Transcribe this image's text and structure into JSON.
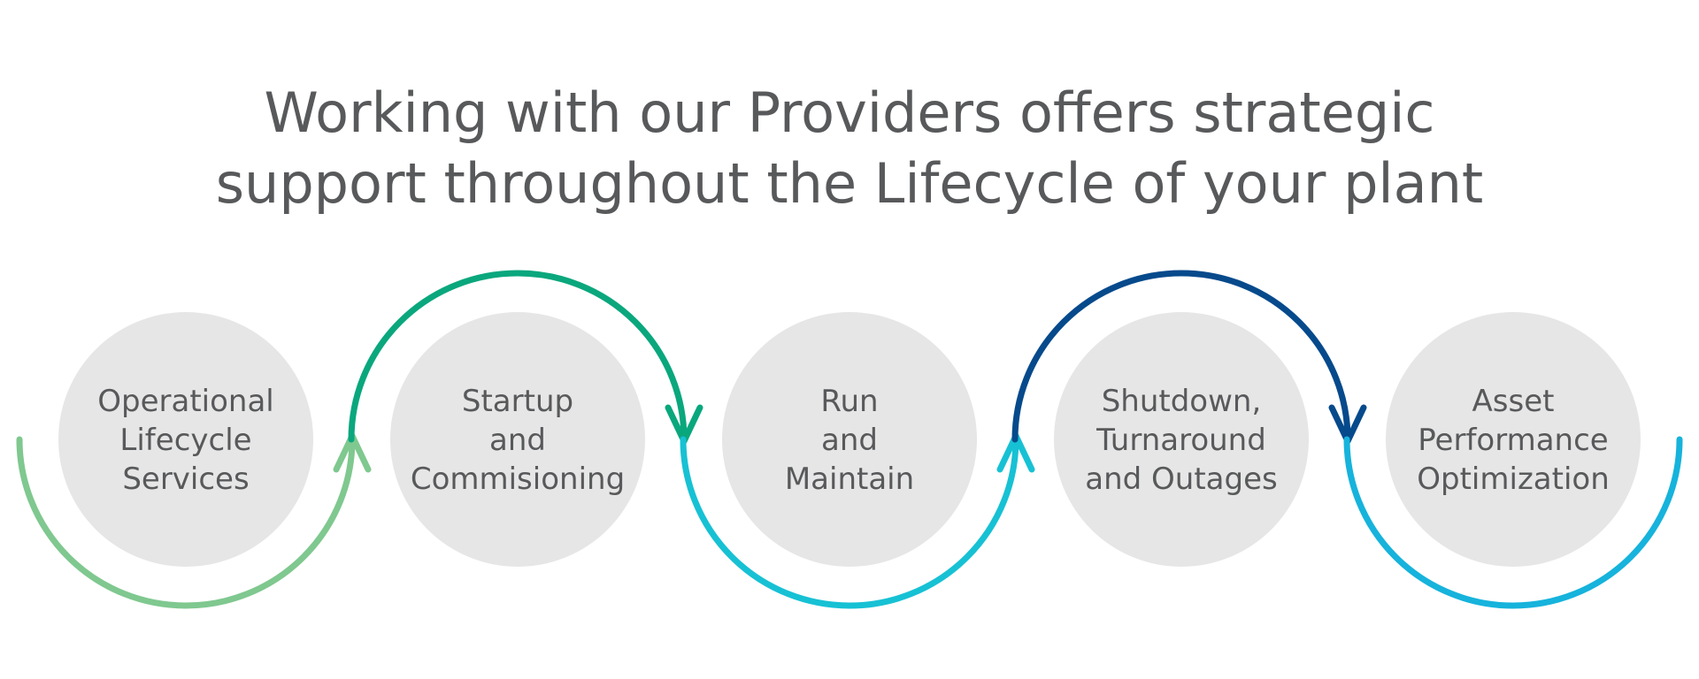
{
  "title": {
    "line1": "Working with our Providers offers strategic",
    "line2": "support throughout the Lifecycle of your plant"
  },
  "colors": {
    "circle_fill": "#e6e6e6",
    "text": "#58595b",
    "light_green": "#7fc88f",
    "green": "#0aa77d",
    "cyan": "#17c1d4",
    "navy": "#064a8c",
    "blue": "#16b3dc"
  },
  "stages": [
    {
      "lines": [
        "Operational",
        "Lifecycle",
        "Services"
      ]
    },
    {
      "lines": [
        "Startup",
        "and",
        "Commisioning"
      ]
    },
    {
      "lines": [
        "Run",
        "and",
        "Maintain"
      ]
    },
    {
      "lines": [
        "Shutdown,",
        "Turnaround",
        "and Outages"
      ]
    },
    {
      "lines": [
        "Asset",
        "Performance",
        "Optimization"
      ]
    }
  ],
  "arcs": [
    {
      "from": "start",
      "to": "stage-1",
      "direction": "below",
      "color": "light_green",
      "arrow": "up"
    },
    {
      "from": "stage-1",
      "to": "stage-2",
      "direction": "above",
      "color": "green",
      "arrow": "down"
    },
    {
      "from": "stage-2",
      "to": "stage-3",
      "direction": "below",
      "color": "cyan",
      "arrow": "up"
    },
    {
      "from": "stage-3",
      "to": "stage-4",
      "direction": "above",
      "color": "navy",
      "arrow": "down"
    },
    {
      "from": "stage-4",
      "to": "end",
      "direction": "below",
      "color": "blue",
      "arrow": "none"
    }
  ]
}
